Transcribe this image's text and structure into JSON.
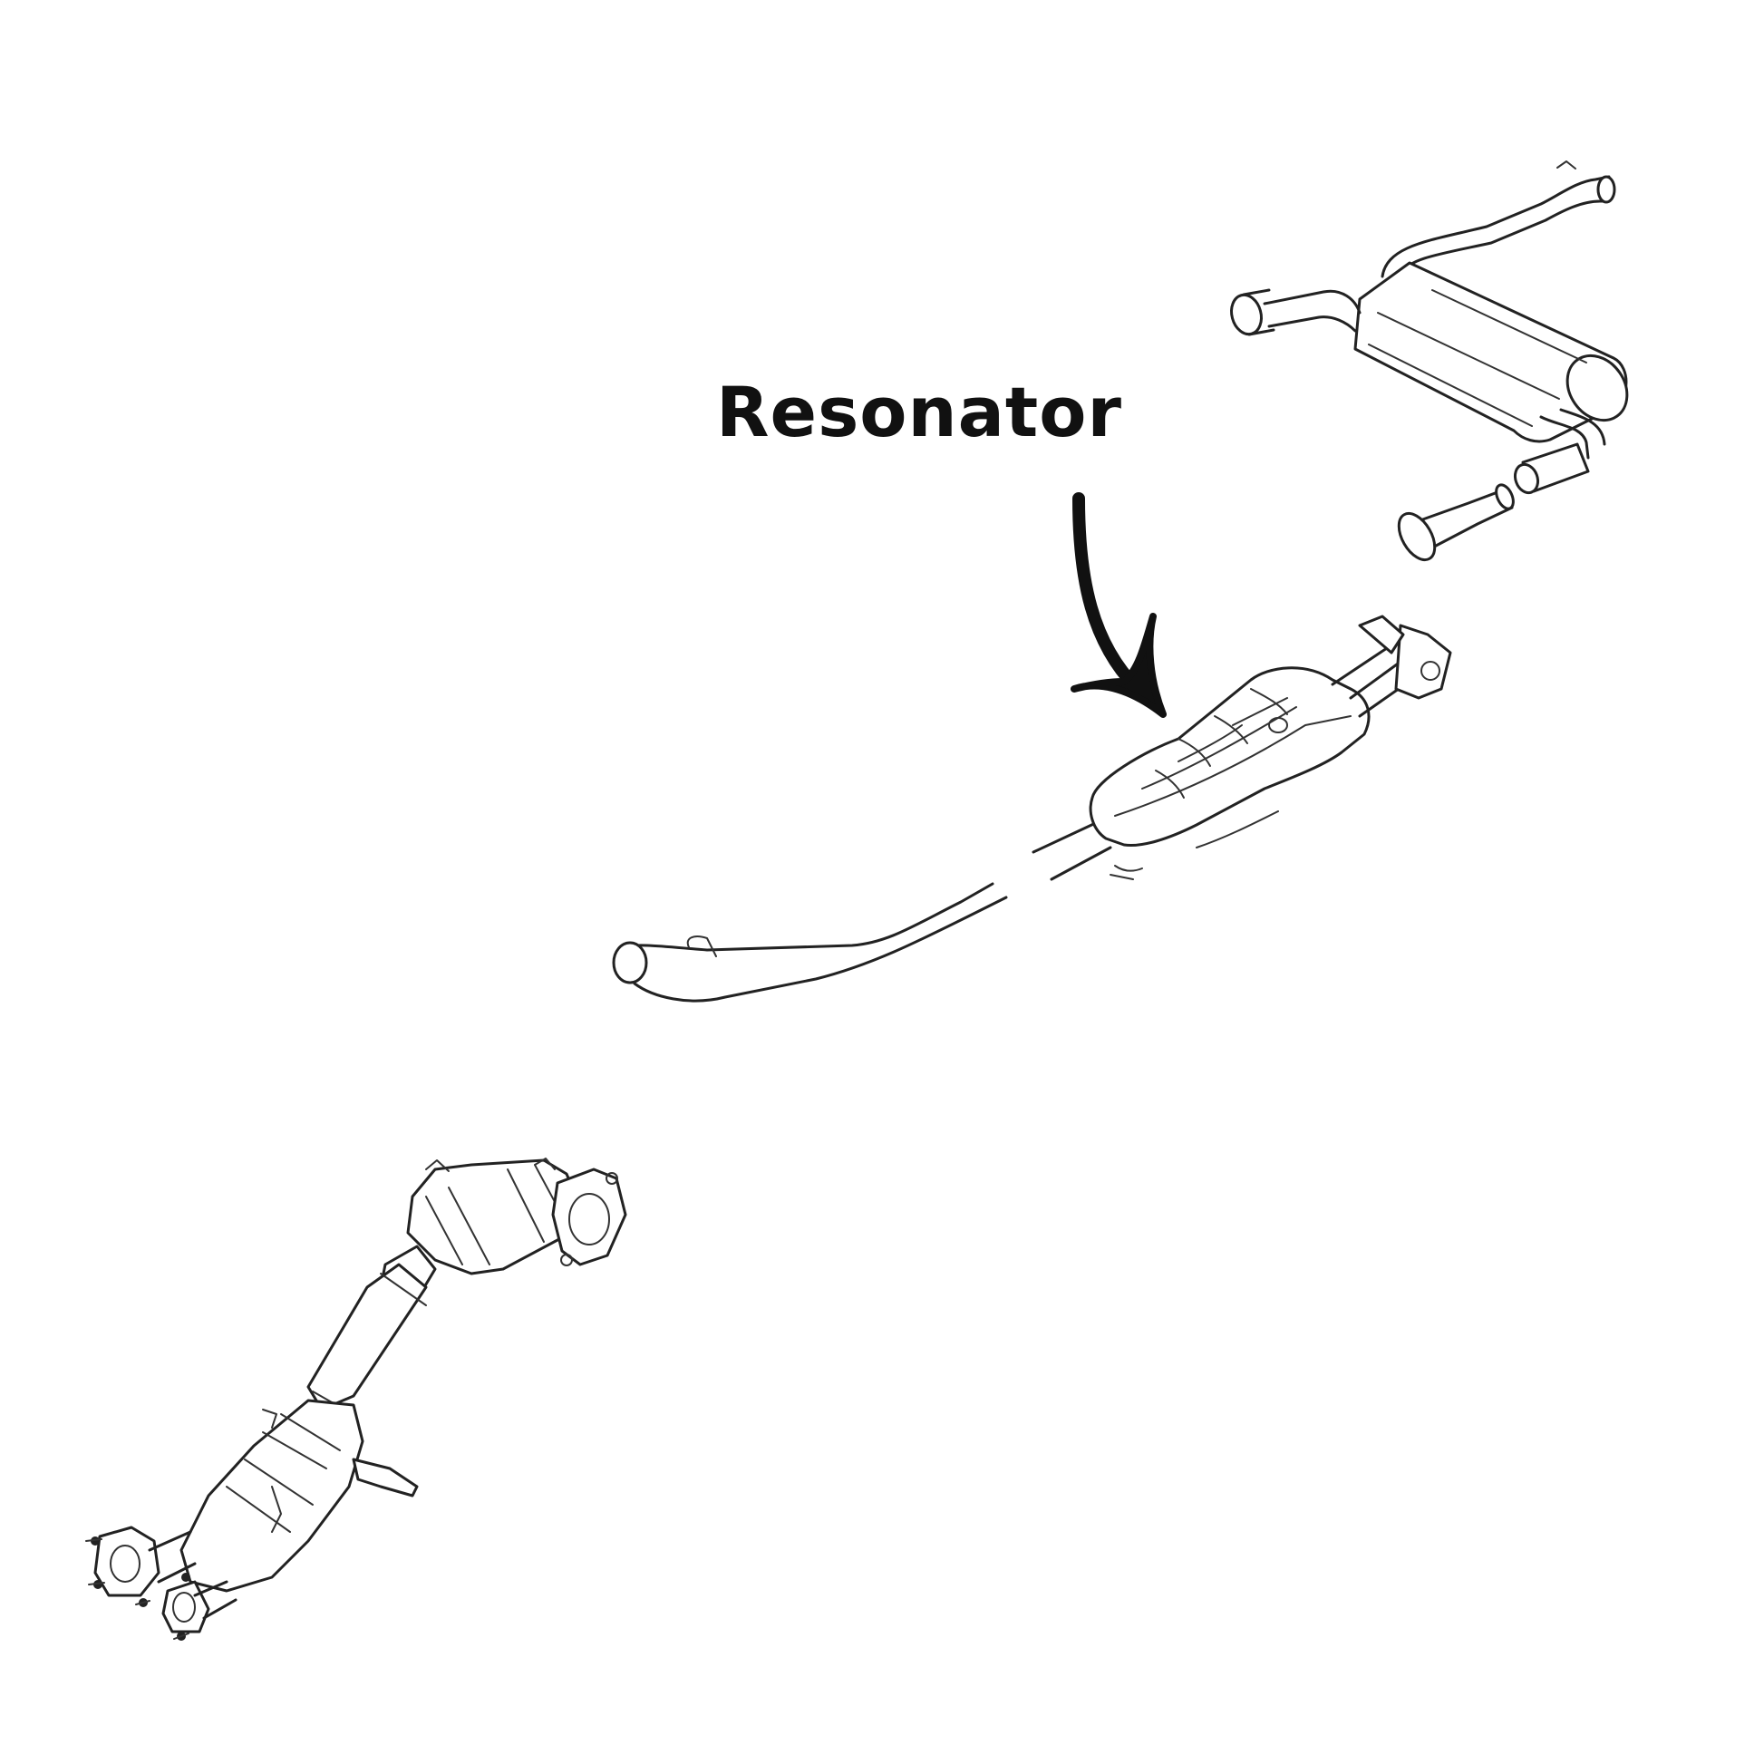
{
  "callout": {
    "label": "Resonator"
  },
  "parts": [
    {
      "name": "rear-muffler-with-tailpipes"
    },
    {
      "name": "resonator-mid-pipe"
    },
    {
      "name": "front-pipe-with-catalytic-converters"
    }
  ],
  "colors": {
    "background": "#ffffff",
    "line": "#222222",
    "label": "#111111"
  }
}
